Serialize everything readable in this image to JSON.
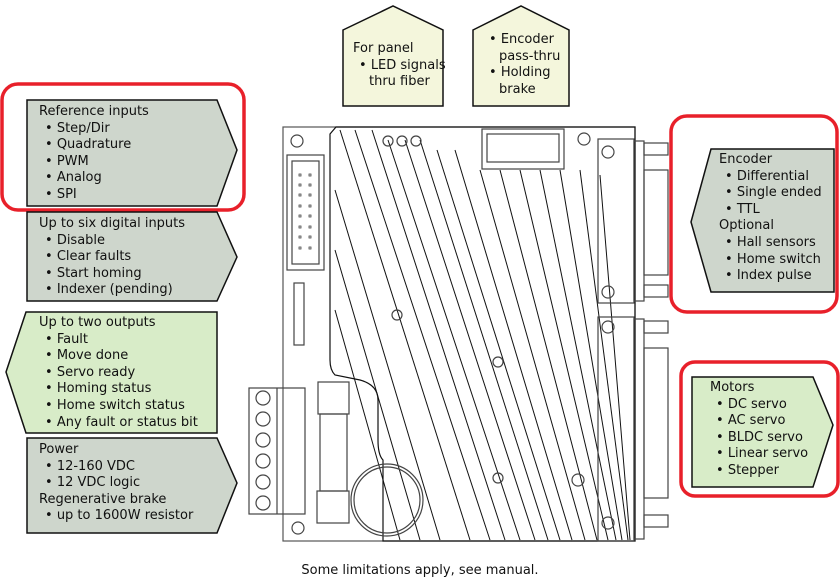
{
  "diagram": {
    "title": "Servo drive connection overview",
    "colors": {
      "highlight_outline": "#e8202a",
      "gray_fill": "#ced6cc",
      "green_fill": "#d8ecc8",
      "cream_fill": "#f4f6dc",
      "outline": "#111111",
      "device_line": "#555555"
    },
    "callouts": [
      {
        "id": "reference-inputs",
        "highlighted": true,
        "lines": [
          {
            "text": "Reference inputs",
            "bullet": false
          },
          {
            "text": "Step/Dir",
            "bullet": true
          },
          {
            "text": "Quadrature",
            "bullet": true
          },
          {
            "text": "PWM",
            "bullet": true
          },
          {
            "text": "Analog",
            "bullet": true
          },
          {
            "text": "SPI",
            "bullet": true
          }
        ]
      },
      {
        "id": "digital-inputs",
        "highlighted": false,
        "lines": [
          {
            "text": "Up to six digital inputs",
            "bullet": false
          },
          {
            "text": "Disable",
            "bullet": true
          },
          {
            "text": "Clear faults",
            "bullet": true
          },
          {
            "text": "Start homing",
            "bullet": true
          },
          {
            "text": "Indexer (pending)",
            "bullet": true
          }
        ]
      },
      {
        "id": "outputs",
        "highlighted": false,
        "lines": [
          {
            "text": "Up to two outputs",
            "bullet": false
          },
          {
            "text": "Fault",
            "bullet": true
          },
          {
            "text": "Move done",
            "bullet": true
          },
          {
            "text": "Servo ready",
            "bullet": true
          },
          {
            "text": "Homing status",
            "bullet": true
          },
          {
            "text": "Home switch status",
            "bullet": true
          },
          {
            "text": "Any fault or status bit",
            "bullet": true
          }
        ]
      },
      {
        "id": "power",
        "highlighted": false,
        "lines": [
          {
            "text": "Power",
            "bullet": false
          },
          {
            "text": "12-160 VDC",
            "bullet": true
          },
          {
            "text": "12 VDC logic",
            "bullet": true
          },
          {
            "text": "Regenerative brake",
            "bullet": false
          },
          {
            "text": "up to 1600W resistor",
            "bullet": true
          }
        ]
      },
      {
        "id": "panel",
        "highlighted": false,
        "lines": [
          {
            "text": "For panel",
            "bullet": false
          },
          {
            "text": "LED signals",
            "bullet": true
          },
          {
            "text": "thru fiber",
            "bullet": false,
            "indent": true
          }
        ]
      },
      {
        "id": "passthru",
        "highlighted": false,
        "lines": [
          {
            "text": "Encoder",
            "bullet": true
          },
          {
            "text": "pass-thru",
            "bullet": false,
            "indent": true
          },
          {
            "text": "Holding",
            "bullet": true
          },
          {
            "text": "brake",
            "bullet": false,
            "indent": true
          }
        ]
      },
      {
        "id": "encoder",
        "highlighted": true,
        "lines": [
          {
            "text": "Encoder",
            "bullet": false
          },
          {
            "text": "Differential",
            "bullet": true
          },
          {
            "text": "Single ended",
            "bullet": true
          },
          {
            "text": "TTL",
            "bullet": true
          },
          {
            "text": "Optional",
            "bullet": false
          },
          {
            "text": "Hall sensors",
            "bullet": true
          },
          {
            "text": "Home switch",
            "bullet": true
          },
          {
            "text": "Index pulse",
            "bullet": true
          }
        ]
      },
      {
        "id": "motors",
        "highlighted": true,
        "lines": [
          {
            "text": "Motors",
            "bullet": false
          },
          {
            "text": "DC servo",
            "bullet": true
          },
          {
            "text": "AC servo",
            "bullet": true
          },
          {
            "text": "BLDC servo",
            "bullet": true
          },
          {
            "text": "Linear servo",
            "bullet": true
          },
          {
            "text": "Stepper",
            "bullet": true
          }
        ]
      }
    ],
    "footnote": "Some limitations apply, see manual."
  }
}
